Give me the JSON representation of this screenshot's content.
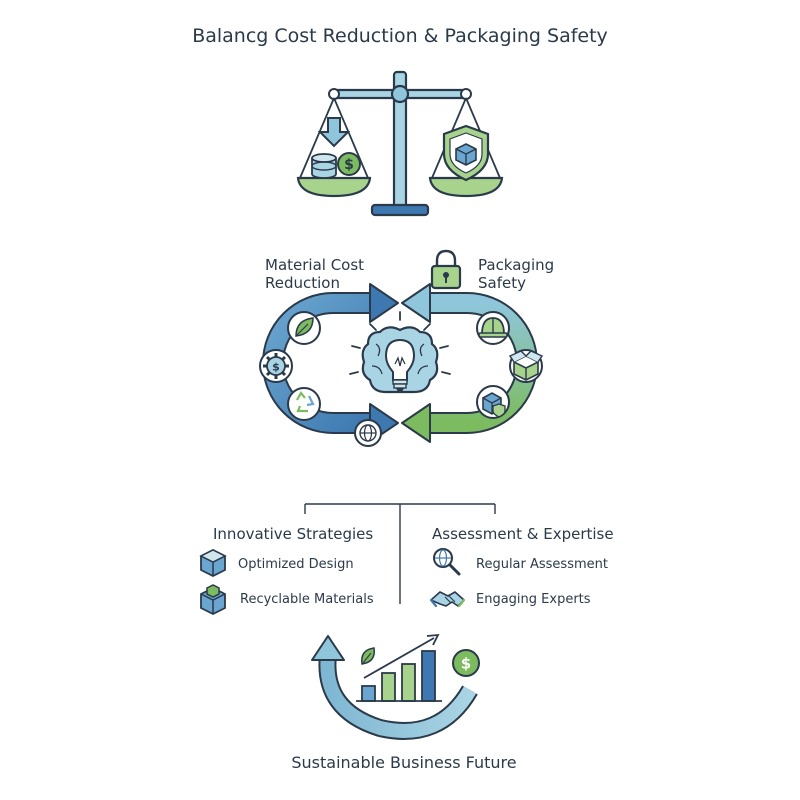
{
  "title": "Balancg Cost Reduction & Packaging Safety",
  "cycle": {
    "left_label": [
      "Material Cost",
      "Reduction"
    ],
    "right_label": [
      "Packaging",
      "Safety"
    ]
  },
  "strategies": {
    "left_heading": "Innovative Strategies",
    "left_items": [
      "Optimized Design",
      "Recyclable Materials"
    ],
    "right_heading": "Assessment & Expertise",
    "right_items": [
      "Regular Assessment",
      "Engaging Experts"
    ]
  },
  "footer": "Sustainable Business Future",
  "icons": {
    "currency_symbol": "$"
  },
  "colors": {
    "blue_dark": "#3d78b0",
    "blue_light": "#8fc6dc",
    "green": "#7cbb5f",
    "green_light": "#a8d38d",
    "outline": "#2b3a4a"
  }
}
